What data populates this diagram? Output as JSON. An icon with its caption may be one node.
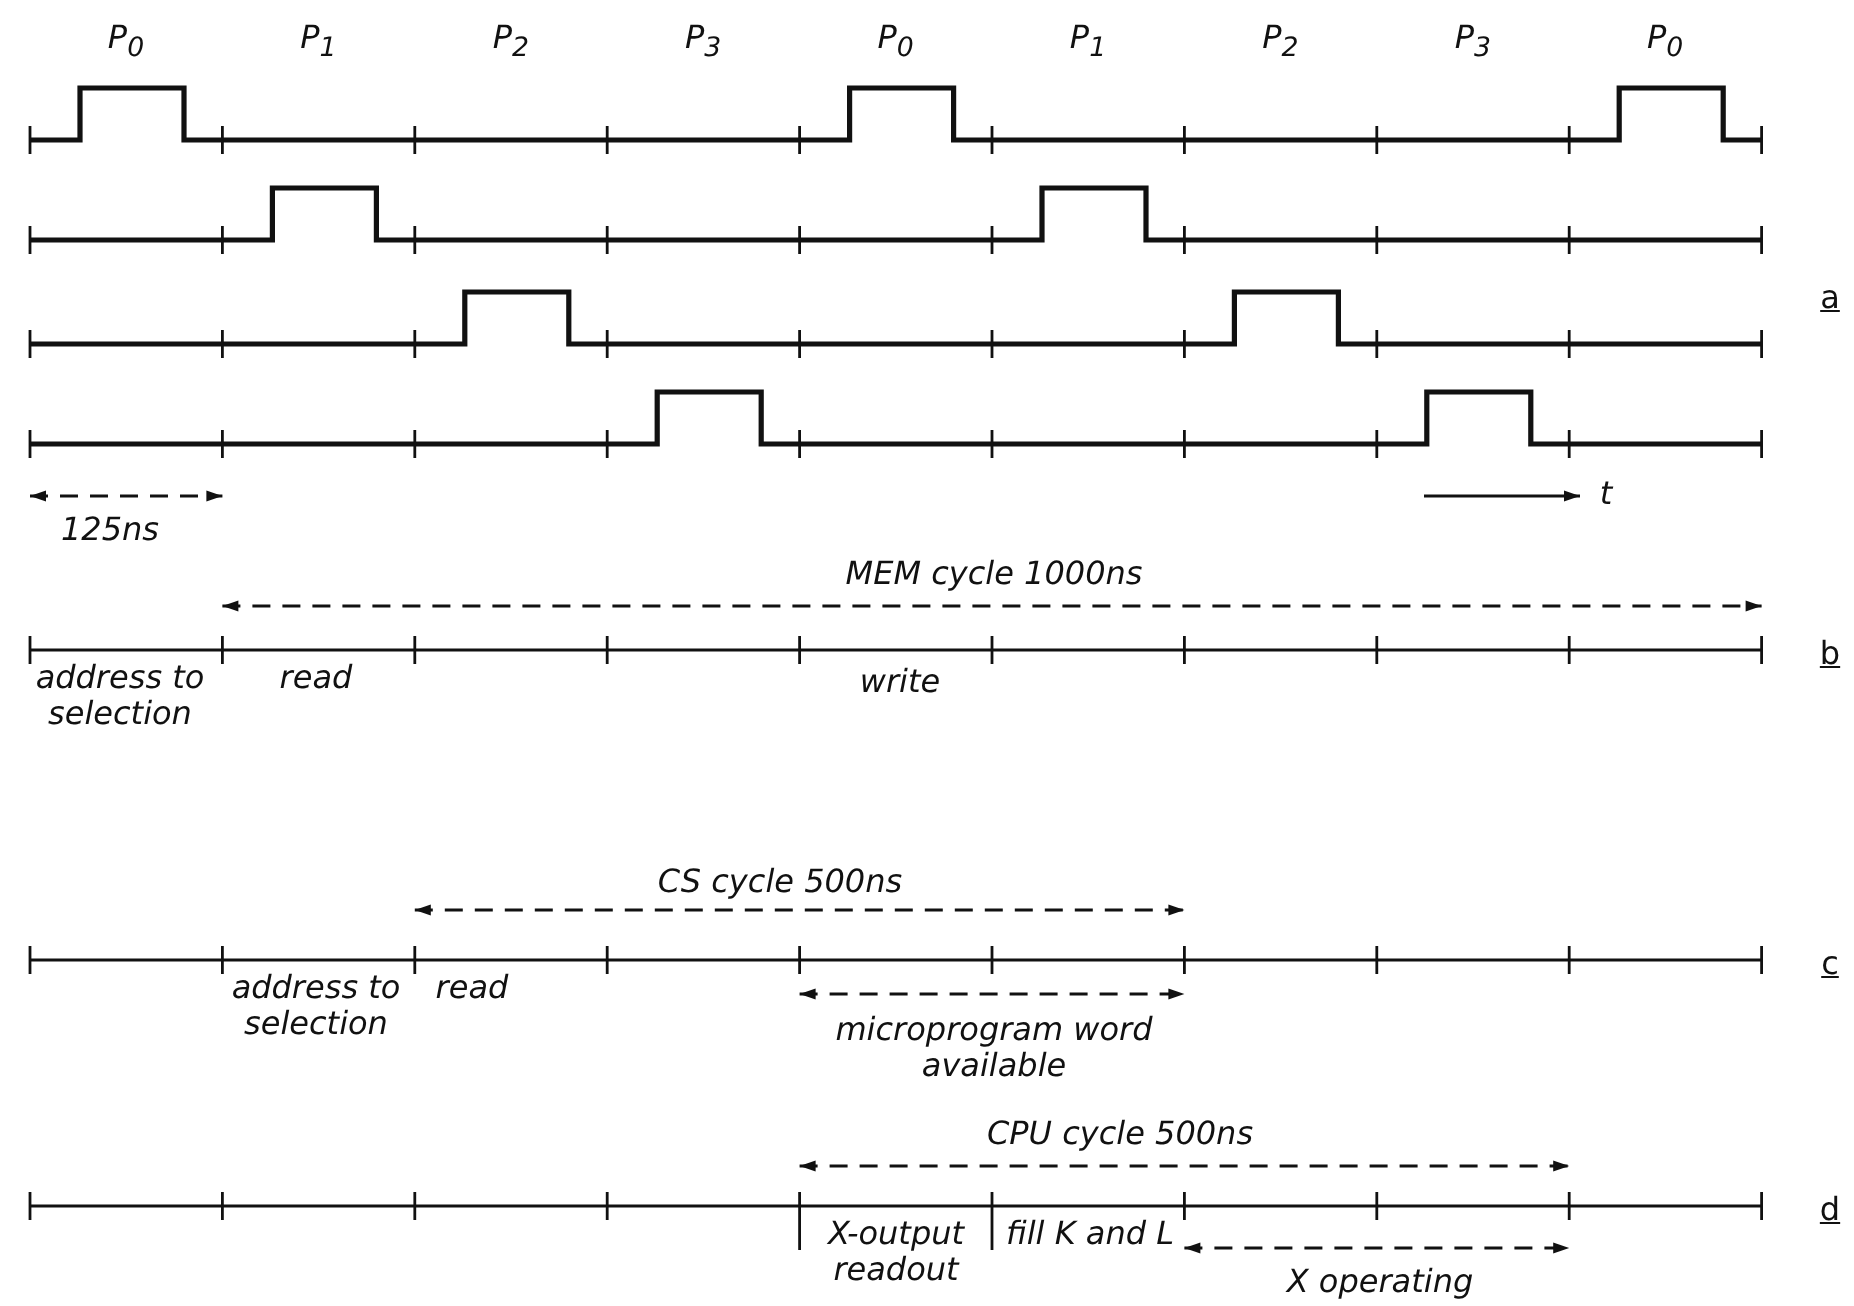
{
  "diagram": {
    "labels": [
      "P$_{0}$",
      "P$_{1}$",
      "P$_{2}$",
      "P$_{3}$",
      "P$_{0}$",
      "P$_{1}$",
      "P$_{2}$",
      "P$_{3}$",
      "P$_{0}$",
      "a",
      "125ns",
      "t",
      "MEM cycle 1000ns",
      "address to selection",
      "read",
      "write",
      "b",
      "CS cycle 500ns",
      "address to selection",
      "read",
      "c",
      "microprogram word available",
      "CPU cycle 500ns",
      "d",
      "X-output readout",
      "fill K and L",
      "X operating"
    ]
  }
}
